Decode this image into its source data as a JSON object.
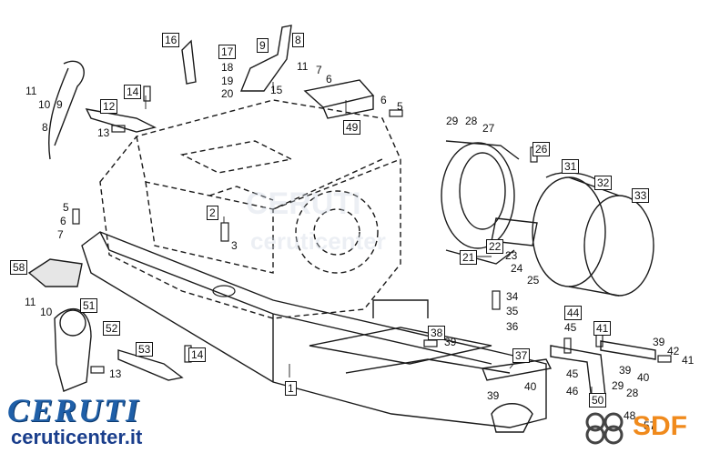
{
  "labels": {
    "l1": "1",
    "l2": "2",
    "l3": "3",
    "l5a": "5",
    "l5b": "5",
    "l6a": "6",
    "l6b": "6",
    "l6c": "6",
    "l7a": "7",
    "l7b": "7",
    "l8a": "8",
    "l8b": "8",
    "l9a": "9",
    "l9b": "9",
    "l10a": "10",
    "l10b": "10",
    "l11a": "11",
    "l11b": "11",
    "l11c": "11",
    "l12": "12",
    "l13a": "13",
    "l13b": "13",
    "l14a": "14",
    "l14b": "14",
    "l15": "15",
    "l16": "16",
    "l17": "17",
    "l18": "18",
    "l19": "19",
    "l20": "20",
    "l21": "21",
    "l22": "22",
    "l23": "23",
    "l24": "24",
    "l25": "25",
    "l26": "26",
    "l27": "27",
    "l28a": "28",
    "l28b": "28",
    "l29a": "29",
    "l29b": "29",
    "l31": "31",
    "l32": "32",
    "l33": "33",
    "l34": "34",
    "l35": "35",
    "l36": "36",
    "l37": "37",
    "l38": "38",
    "l39a": "39",
    "l39b": "39",
    "l39c": "39",
    "l39d": "39",
    "l40a": "40",
    "l40b": "40",
    "l41a": "41",
    "l41b": "41",
    "l42": "42",
    "l44": "44",
    "l45a": "45",
    "l45b": "45",
    "l46": "46",
    "l48": "48",
    "l49": "49",
    "l50": "50",
    "l51": "51",
    "l52": "52",
    "l53": "53",
    "l57": "57",
    "l58": "58"
  },
  "branding": {
    "ceruti_logo": "CERUTI",
    "website": "ceruticenter.it",
    "sdf_logo": "SDF",
    "colors": {
      "ceruti_blue": "#1f5fa8",
      "sdf_orange": "#f08a1c"
    }
  }
}
